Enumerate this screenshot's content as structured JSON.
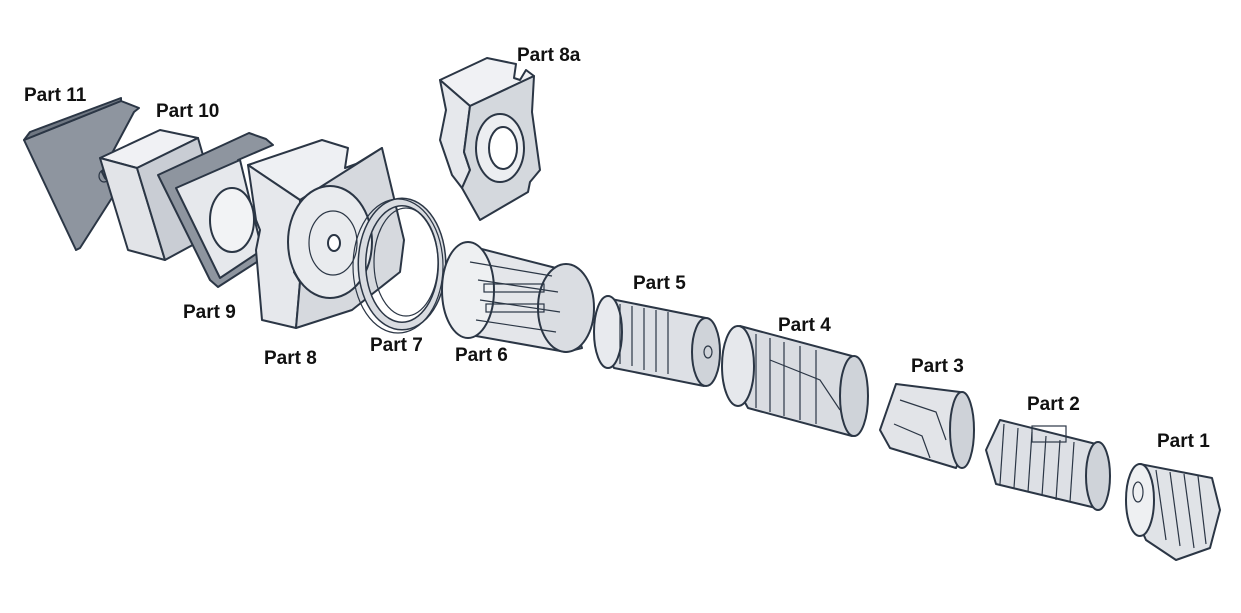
{
  "parts": [
    {
      "id": "part-11",
      "label": "Part 11"
    },
    {
      "id": "part-10",
      "label": "Part 10"
    },
    {
      "id": "part-9",
      "label": "Part 9"
    },
    {
      "id": "part-8",
      "label": "Part 8"
    },
    {
      "id": "part-8a",
      "label": "Part 8a"
    },
    {
      "id": "part-7",
      "label": "Part 7"
    },
    {
      "id": "part-6",
      "label": "Part 6"
    },
    {
      "id": "part-5",
      "label": "Part 5"
    },
    {
      "id": "part-4",
      "label": "Part 4"
    },
    {
      "id": "part-3",
      "label": "Part 3"
    },
    {
      "id": "part-2",
      "label": "Part 2"
    },
    {
      "id": "part-1",
      "label": "Part 1"
    }
  ],
  "colors": {
    "background": "#ffffff",
    "dark_part": "#8e959f",
    "dark_part_side": "#6f7782",
    "light_part": "#e6e8ec",
    "light_part_side": "#c7cbd2",
    "outline": "#2b3645",
    "label_text": "#111111"
  }
}
